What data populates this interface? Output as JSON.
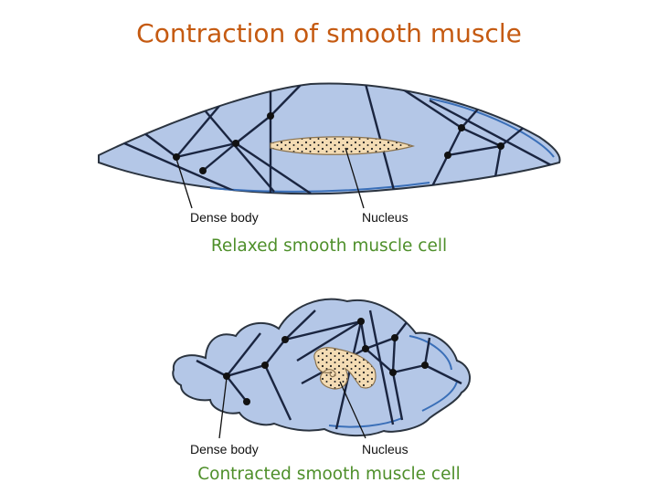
{
  "title": "Contraction of smooth muscle",
  "relaxed": {
    "caption": "Relaxed smooth muscle cell",
    "label_dense_body": "Dense body",
    "label_nucleus": "Nucleus"
  },
  "contracted": {
    "caption": "Contracted smooth muscle cell",
    "label_dense_body": "Dense body",
    "label_nucleus": "Nucleus"
  },
  "colors": {
    "title": "#c55a11",
    "caption": "#4e8f2a",
    "cell_fill": "#b4c7e7",
    "cell_outline": "#2b3440",
    "filament": "#1a2540",
    "membrane_inner": "#3a6fb8",
    "nucleus_fill": "#f4dcb4"
  }
}
